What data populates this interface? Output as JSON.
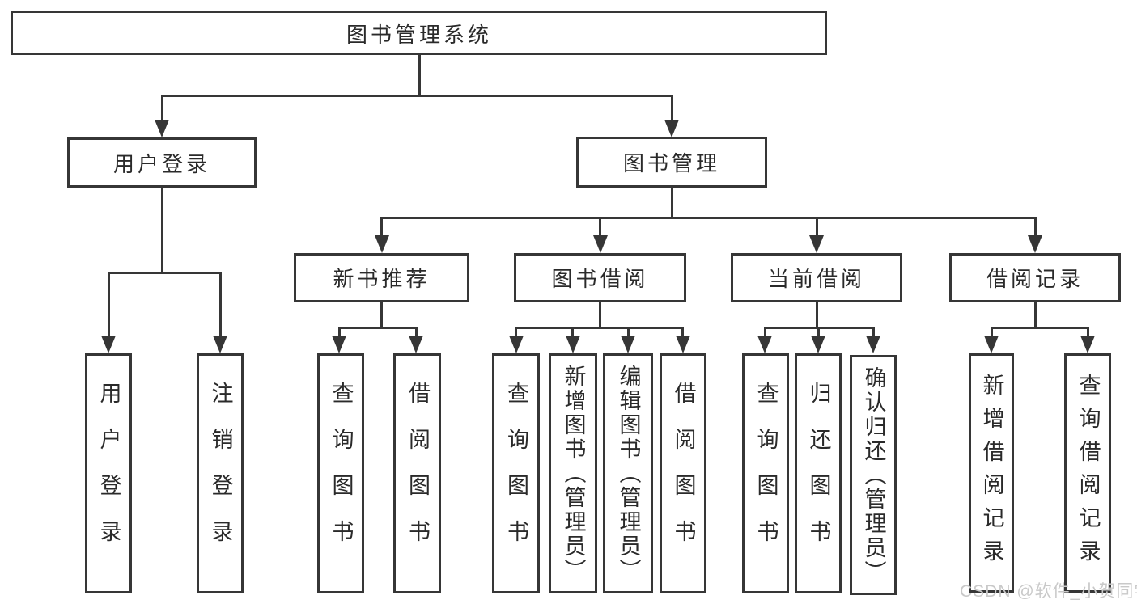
{
  "diagram": {
    "root": {
      "label": "图书管理系统"
    },
    "branches": [
      {
        "label": "用户登录",
        "children": [
          {
            "label": "用户登录"
          },
          {
            "label": "注销登录"
          }
        ]
      },
      {
        "label": "图书管理",
        "children": [
          {
            "label": "新书推荐",
            "children": [
              {
                "label": "查询图书"
              },
              {
                "label": "借阅图书"
              }
            ]
          },
          {
            "label": "图书借阅",
            "children": [
              {
                "label": "查询图书"
              },
              {
                "label": "新增图书（管理员）"
              },
              {
                "label": "编辑图书（管理员）"
              },
              {
                "label": "借阅图书"
              }
            ]
          },
          {
            "label": "当前借阅",
            "children": [
              {
                "label": "查询图书"
              },
              {
                "label": "归还图书"
              },
              {
                "label": "确认归还（管理员）"
              }
            ]
          },
          {
            "label": "借阅记录",
            "children": [
              {
                "label": "新增借阅记录"
              },
              {
                "label": "查询借阅记录"
              }
            ]
          }
        ]
      }
    ]
  },
  "style": {
    "line_color": "#363636",
    "watermark_color": "#c9c9c9",
    "background": "#ffffff"
  },
  "watermark": {
    "text": "CSDN @软件_小贺同学"
  }
}
